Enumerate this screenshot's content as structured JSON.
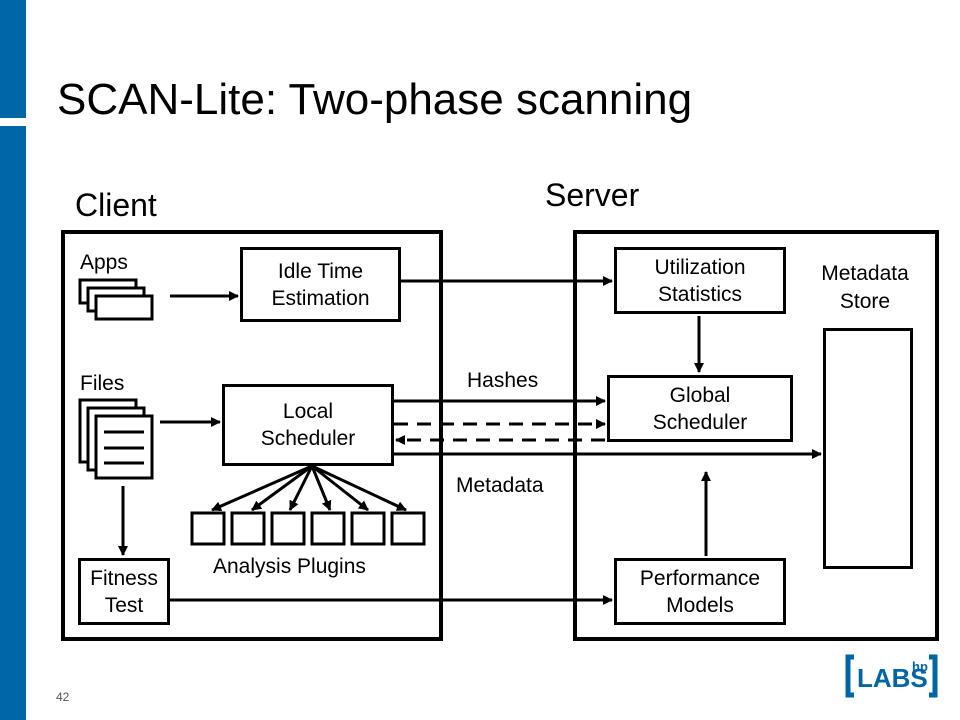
{
  "slide": {
    "title": "SCAN-Lite: Two-phase scanning",
    "page_number": "42"
  },
  "client": {
    "label": "Client",
    "apps_label": "Apps",
    "files_label": "Files",
    "idle_time": "Idle Time\nEstimation",
    "local_scheduler": "Local\nScheduler",
    "fitness_test": "Fitness\nTest",
    "analysis_plugins": "Analysis Plugins"
  },
  "server": {
    "label": "Server",
    "utilization": "Utilization\nStatistics",
    "global_scheduler": "Global\nScheduler",
    "performance_models": "Performance\nModels",
    "metadata_store": "Metadata\nStore"
  },
  "flows": {
    "hashes": "Hashes",
    "metadata": "Metadata"
  },
  "logo": {
    "text": "LABS",
    "superscript": "hp",
    "color": "#0066a6"
  },
  "colors": {
    "accent": "#0066a6"
  }
}
